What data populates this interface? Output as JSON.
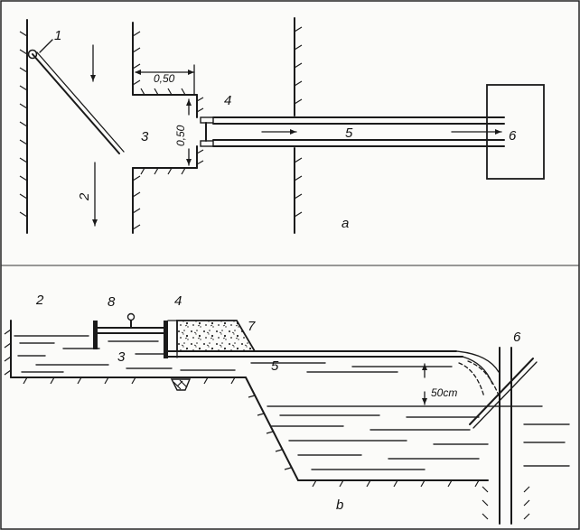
{
  "part_a": {
    "labels": {
      "screen": "1",
      "channel": "2",
      "chamber": "3",
      "gate": "4",
      "pipe": "5",
      "tank": "6"
    },
    "dim_width": "0,50",
    "dim_height": "0,50",
    "caption": "a"
  },
  "part_b": {
    "labels": {
      "channel": "2",
      "chamber": "3",
      "gate": "4",
      "pipe": "5",
      "post": "6",
      "block": "7",
      "handwheel": "8"
    },
    "drop": "50cm",
    "caption": "b"
  }
}
